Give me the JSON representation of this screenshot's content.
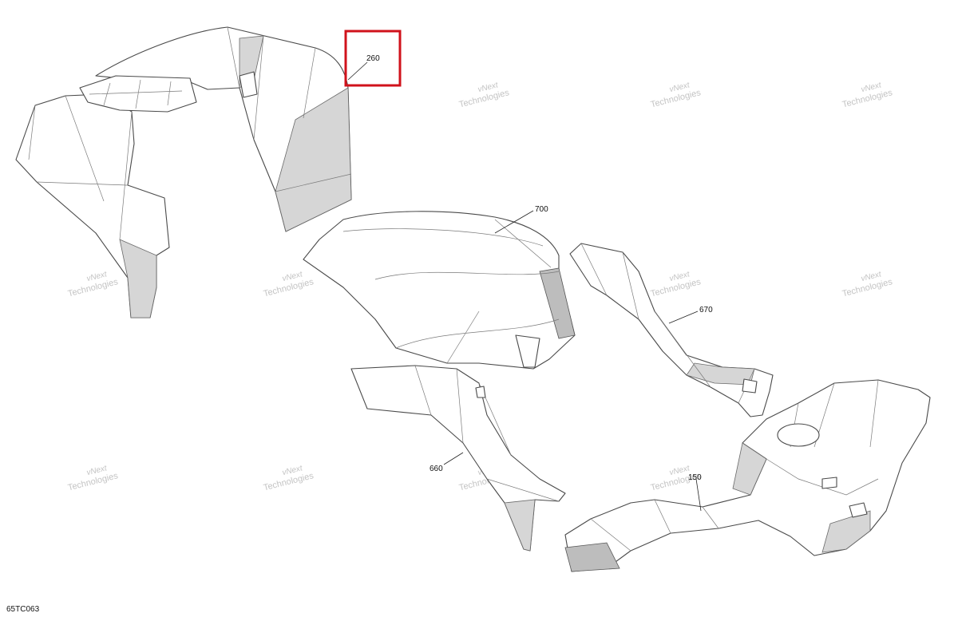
{
  "diagram_code": "65TC063",
  "watermark": {
    "line1": "vNext",
    "line2": "Technologies"
  },
  "callouts": {
    "p260": "260",
    "p700": "700",
    "p670": "670",
    "p660": "660",
    "p150": "150"
  },
  "highlight": {
    "target": "260",
    "color": "#d0121b"
  }
}
